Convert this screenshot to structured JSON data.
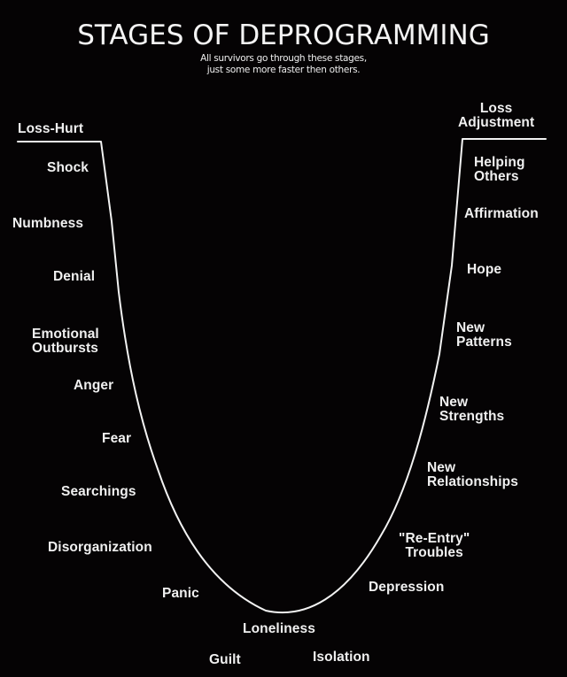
{
  "header": {
    "title": "STAGES OF DEPROGRAMMING",
    "subtitle_line1": "All survivors go through these stages,",
    "subtitle_line2": "just some more faster then others."
  },
  "colors": {
    "background": "#050304",
    "text": "#f0f0f0",
    "curve": "#f2f2f2"
  },
  "left_stages": [
    {
      "label": "Loss-Hurt"
    },
    {
      "label": "Shock"
    },
    {
      "label": "Numbness"
    },
    {
      "label": "Denial"
    },
    {
      "label": "Emotional",
      "label2": "Outbursts"
    },
    {
      "label": "Anger"
    },
    {
      "label": "Fear"
    },
    {
      "label": "Searchings"
    },
    {
      "label": "Disorganization"
    },
    {
      "label": "Panic"
    }
  ],
  "bottom_stages": [
    {
      "label": "Loneliness"
    },
    {
      "label": "Guilt"
    },
    {
      "label": "Isolation"
    }
  ],
  "right_stages": [
    {
      "label": "Depression"
    },
    {
      "label": "\"Re-Entry\"",
      "label2": "Troubles"
    },
    {
      "label": "New",
      "label2": "Relationships"
    },
    {
      "label": "New",
      "label2": "Strengths"
    },
    {
      "label": "New",
      "label2": "Patterns"
    },
    {
      "label": "Hope"
    },
    {
      "label": "Affirmation"
    },
    {
      "label": "Helping",
      "label2": "Others"
    },
    {
      "label": "Loss",
      "label2": "Adjustment"
    }
  ]
}
